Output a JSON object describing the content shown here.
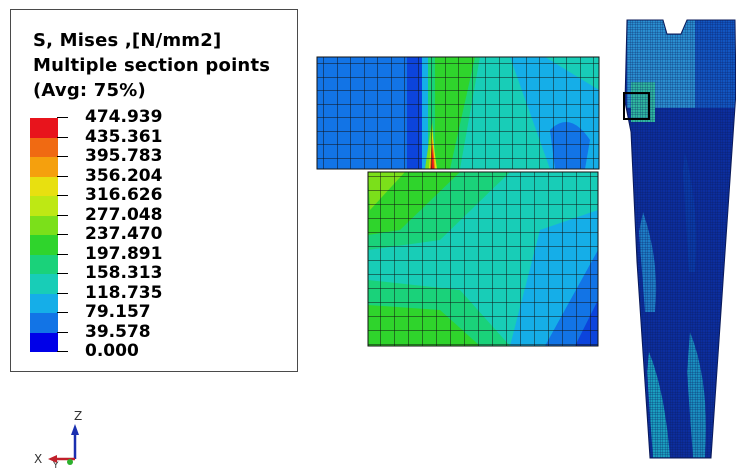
{
  "legend": {
    "title_line1": "S, Mises ,[N/mm2]",
    "title_line2": "Multiple section points",
    "title_line3": "(Avg: 75%)",
    "values": [
      "474.939",
      "435.361",
      "395.783",
      "356.204",
      "316.626",
      "277.048",
      "237.470",
      "197.891",
      "158.313",
      "118.735",
      "79.157",
      "39.578",
      "0.000"
    ],
    "colors": [
      "#e8141c",
      "#f06a12",
      "#f5a00d",
      "#e8e010",
      "#bee814",
      "#7be01a",
      "#2fd42c",
      "#1ad27a",
      "#18cdb7",
      "#15aee8",
      "#1274e6",
      "#0c44dc",
      "#0000e8"
    ]
  },
  "triad": {
    "z_label": "Z",
    "x_label": "X",
    "y_label": "Y"
  }
}
